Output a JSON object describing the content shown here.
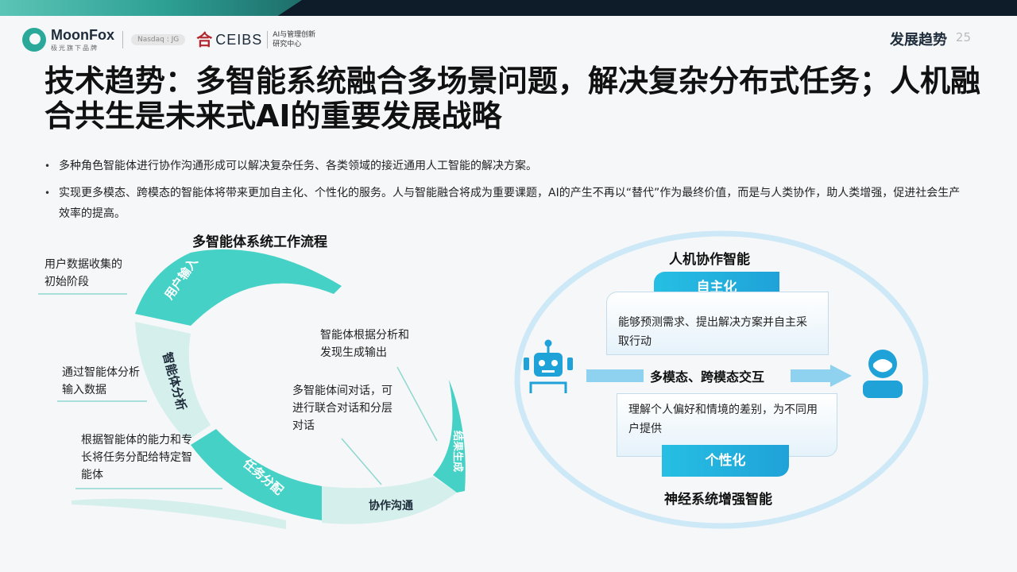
{
  "header": {
    "brand": "MoonFox",
    "brand_sub": "极光旗下品牌",
    "nasdaq": "Nasdaq : JG",
    "partner": "CEIBS",
    "partner_sub_1": "AI与管理创新",
    "partner_sub_2": "研究中心",
    "section": "发展趋势",
    "page": "25"
  },
  "title": "技术趋势：多智能系统融合多场景问题，解决复杂分布式任务；人机融合共生是未来式AI的重要发展战略",
  "bullets": [
    "多种角色智能体进行协作沟通形成可以解决复杂任务、各类领域的接近通用人工智能的解决方案。",
    "实现更多模态、跨模态的智能体将带来更加自主化、个性化的服务。人与智能融合将成为重要课题，AI的产生不再以“替代”作为最终价值，而是与人类协作，助人类增强，促进社会生产效率的提高。"
  ],
  "flow": {
    "title": "多智能体系统工作流程",
    "segments": {
      "input": "用户输入",
      "analysis": "智能体分析",
      "assign": "任务分配",
      "comm": "协作沟通",
      "result": "结果生成"
    },
    "notes": {
      "input": "用户数据收集的初始阶段",
      "analysis": "通过智能体分析输入数据",
      "assign": "根据智能体的能力和专长将任务分配给特定智能体",
      "generate": "智能体根据分析和发现生成输出",
      "dialog": "多智能体间对话，可进行联合对话和分层对话"
    },
    "colors": {
      "teal": "#45d1c5",
      "light": "#d5efec"
    }
  },
  "hmi": {
    "title_top": "人机协作智能",
    "pill_top": "自主化",
    "box_top": "能够预测需求、提出解决方案并自主采取行动",
    "middle": "多模态、跨模态交互",
    "box_bottom": "理解个人偏好和情境的差别，为不同用户提供",
    "pill_bottom": "个性化",
    "title_bottom": "神经系统增强智能",
    "icons": [
      "robot-icon",
      "person-icon"
    ],
    "accent": "#1fa2d8"
  }
}
